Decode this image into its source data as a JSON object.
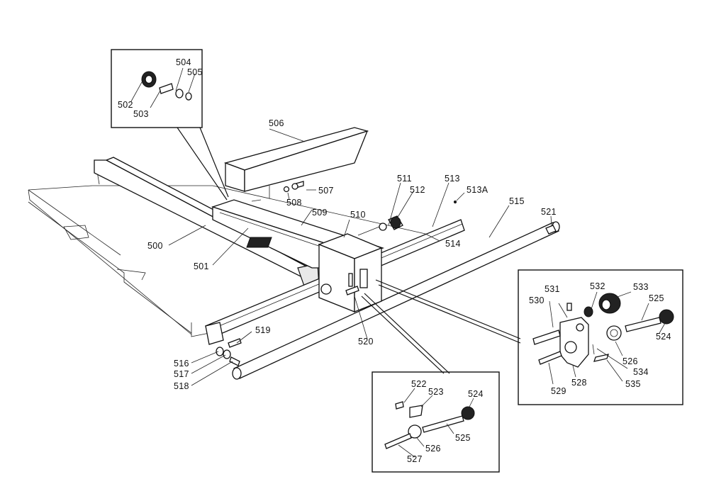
{
  "labels": {
    "l500": "500",
    "l501": "501",
    "l502": "502",
    "l503": "503",
    "l504": "504",
    "l505": "505",
    "l506": "506",
    "l507": "507",
    "l508": "508",
    "l509": "509",
    "l510": "510",
    "l511": "511",
    "l512": "512",
    "l513": "513",
    "l513a": "513A",
    "l514": "514",
    "l515": "515",
    "l516": "516",
    "l517": "517",
    "l518": "518",
    "l519": "519",
    "l520": "520",
    "l521": "521",
    "l522": "522",
    "l523": "523",
    "l524a": "524",
    "l525a": "525",
    "l526a": "526",
    "l527": "527",
    "l528": "528",
    "l529": "529",
    "l530": "530",
    "l531": "531",
    "l532": "532",
    "l533": "533",
    "l524b": "524",
    "l525b": "525",
    "l526b": "526",
    "l534": "534",
    "l535": "535"
  }
}
